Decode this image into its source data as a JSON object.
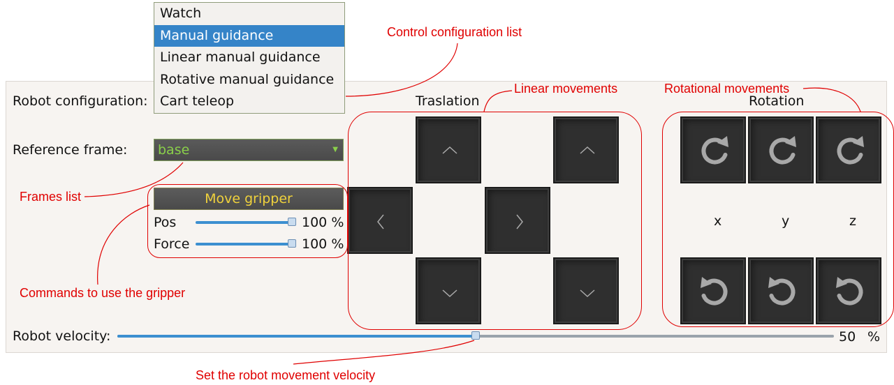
{
  "config_menu": {
    "items": [
      "Watch",
      "Manual guidance",
      "Linear manual guidance",
      "Rotative manual guidance",
      "Cart teleop"
    ],
    "selected_index": 1
  },
  "labels": {
    "robot_configuration": "Robot configuration:",
    "reference_frame": "Reference frame:",
    "traslation": "Traslation",
    "rotation": "Rotation",
    "robot_velocity": "Robot velocity:"
  },
  "reference_frame": {
    "value": "base"
  },
  "gripper": {
    "button_label": "Move gripper",
    "pos_label": "Pos",
    "pos_value": "100",
    "pos_unit": "%",
    "pos_level": 1.0,
    "force_label": "Force",
    "force_value": "100",
    "force_unit": "%",
    "force_level": 1.0
  },
  "rotation_axes": [
    "x",
    "y",
    "z"
  ],
  "velocity": {
    "value": "50",
    "unit": "%",
    "level": 0.5
  },
  "annotations": {
    "control_config": "Control configuration list",
    "linear": "Linear movements",
    "rotational": "Rotational movements",
    "frames": "Frames list",
    "gripper": "Commands to use the gripper",
    "velocity": "Set the robot movement velocity"
  },
  "icons": {
    "up": "chevron-up-icon",
    "down": "chevron-down-icon",
    "left": "chevron-left-icon",
    "right": "chevron-right-icon",
    "rotate_cw": "rotate-clockwise-icon",
    "rotate_ccw": "rotate-counterclockwise-icon"
  },
  "colors": {
    "annotation": "#e00000",
    "selection": "#3584c8",
    "slider": "#3c8fd0",
    "combo_text": "#8ad04a",
    "gripper_text": "#f0d23c"
  }
}
